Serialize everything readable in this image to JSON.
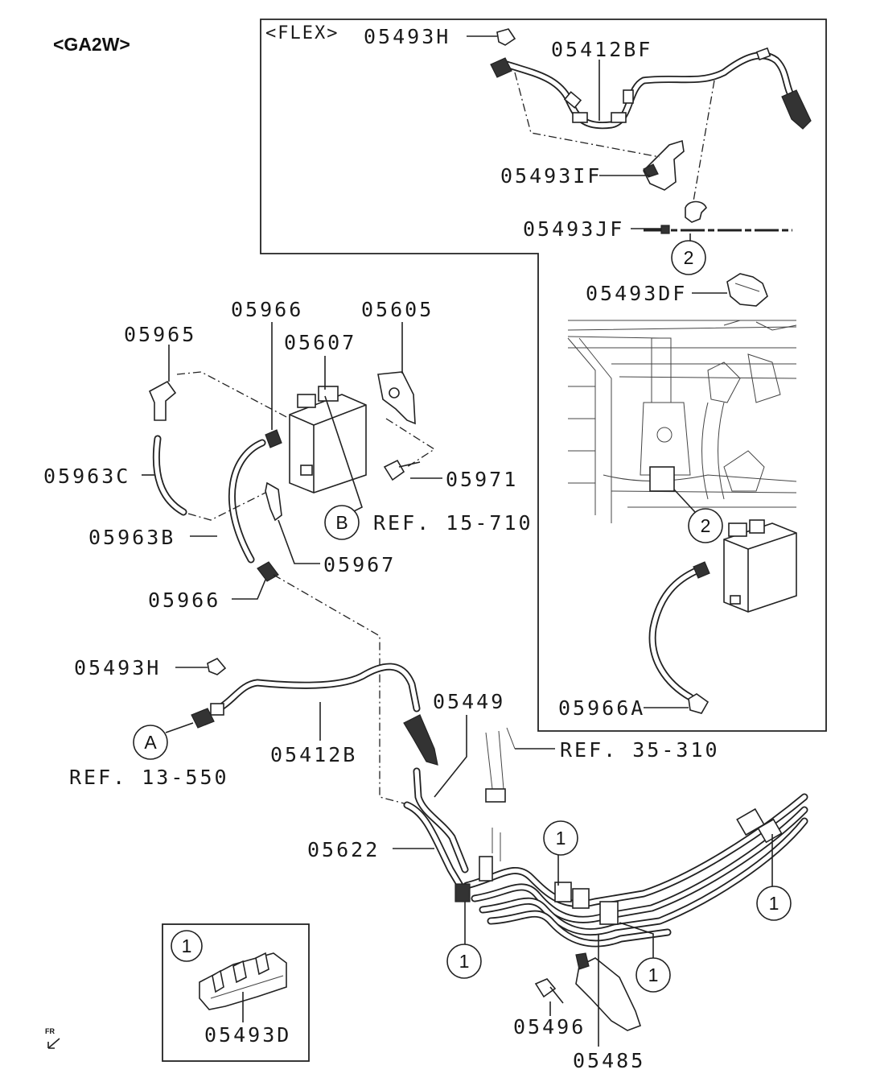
{
  "header": {
    "model_code": "<GA2W>"
  },
  "flex_inset": {
    "label": "<FLEX>"
  },
  "labels": {
    "p05493H_top": "05493H",
    "p05412BF": "05412BF",
    "p05493IF": "05493IF",
    "p05493JF": "05493JF",
    "p05493DF": "05493DF",
    "p05966A": "05966A",
    "p05966_top": "05966",
    "p05605": "05605",
    "p05965": "05965",
    "p05607": "05607",
    "p05963C": "05963C",
    "p05971": "05971",
    "ref_15_710": "REF. 15-710",
    "p05963B": "05963B",
    "p05967": "05967",
    "p05966_bottom": "05966",
    "p05493H_bottom": "05493H",
    "p05449": "05449",
    "ref_35_310": "REF. 35-310",
    "p05412B": "05412B",
    "ref_13_550": "REF. 13-550",
    "p05622": "05622",
    "p05493D": "05493D",
    "p05496": "05496",
    "p05485": "05485"
  },
  "callouts": {
    "one": "1",
    "two": "2",
    "A": "A",
    "B": "B"
  },
  "direction_marker": {
    "text": "FR"
  }
}
